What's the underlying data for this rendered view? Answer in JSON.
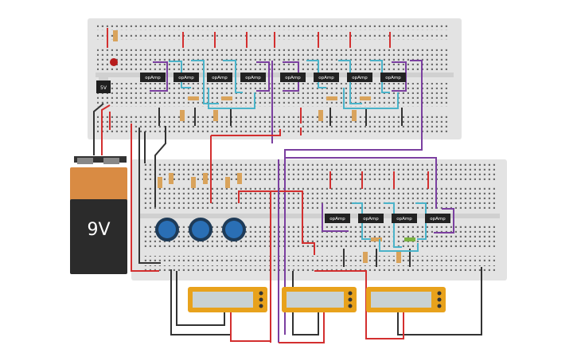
{
  "battery": {
    "voltage_label": "9V"
  },
  "regulator": {
    "label": "5V"
  },
  "opamps": [
    "opAmp",
    "opAmp",
    "opAmp",
    "opAmp",
    "opAmp",
    "opAmp",
    "opAmp",
    "opAmp",
    "opAmp",
    "opAmp",
    "opAmp",
    "opAmp"
  ],
  "colors": {
    "board": "#e3e3e3",
    "wire_red": "#d32f2f",
    "wire_black": "#333333",
    "wire_purple": "#7b3fa0",
    "wire_cyan": "#4bb3c9",
    "multimeter": "#e8a21c",
    "knob": "#2a6fb5",
    "battery_top": "#d98b43",
    "battery_body": "#2b2b2b"
  },
  "icons": [
    "breadboard",
    "battery",
    "voltage-regulator",
    "led",
    "resistor",
    "potentiometer",
    "multimeter",
    "op-amp-chip"
  ]
}
